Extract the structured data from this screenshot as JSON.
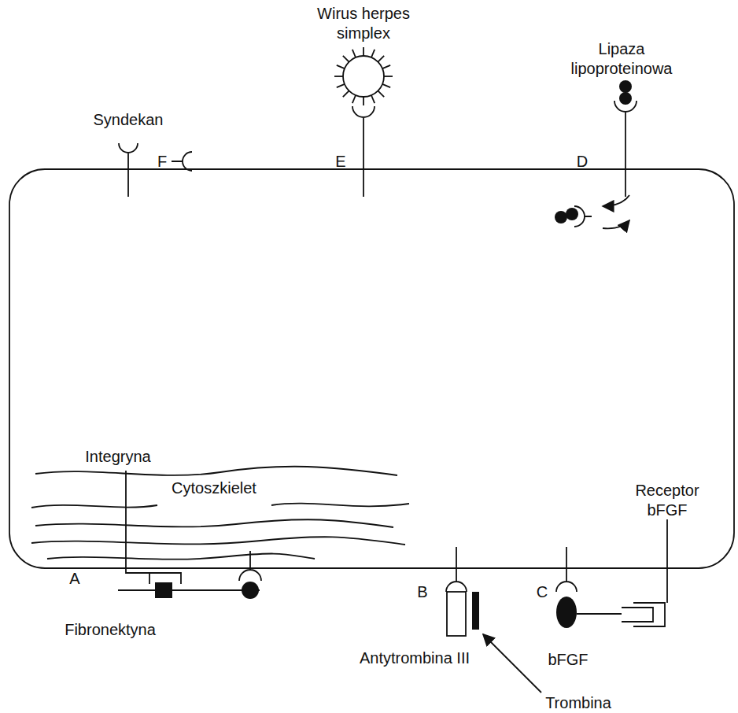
{
  "diagram": {
    "labels": [
      "Wirus herpes simplex",
      "Lipaza lipoproteinowa",
      "Syndekan",
      "F",
      "E",
      "D",
      "Integryna",
      "Cytoszkielet",
      "Receptor bFGF",
      "A",
      "B",
      "C",
      "Fibronektyna",
      "Antytrombina III",
      "bFGF",
      "Trombina"
    ]
  }
}
